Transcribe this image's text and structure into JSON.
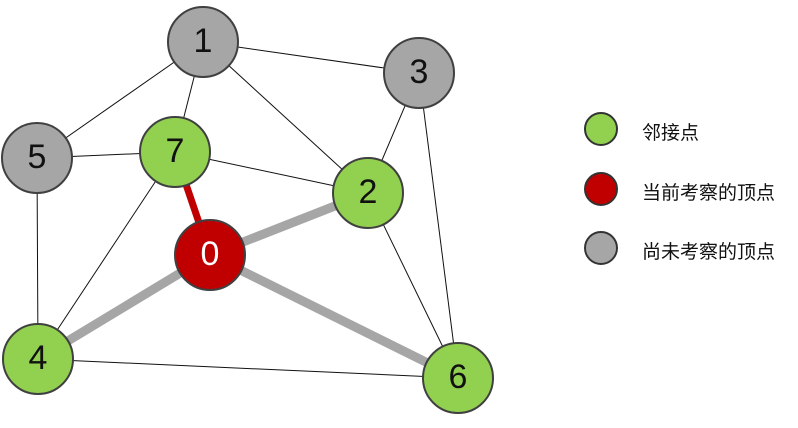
{
  "colors": {
    "neighbor": "#92d050",
    "current": "#c00000",
    "unvisited": "#a6a6a6",
    "stroke": "#404040",
    "text_dark": "#111111",
    "text_light": "#ffffff",
    "edge_normal": "#111111",
    "edge_highlight_gray": "#a6a6a6",
    "edge_highlight_red": "#c00000"
  },
  "nodes": [
    {
      "id": "0",
      "state": "current"
    },
    {
      "id": "1",
      "state": "unvisited"
    },
    {
      "id": "2",
      "state": "neighbor"
    },
    {
      "id": "3",
      "state": "unvisited"
    },
    {
      "id": "4",
      "state": "neighbor"
    },
    {
      "id": "5",
      "state": "unvisited"
    },
    {
      "id": "6",
      "state": "neighbor"
    },
    {
      "id": "7",
      "state": "neighbor"
    }
  ],
  "edges": [
    {
      "from": "1",
      "to": "3",
      "style": "normal"
    },
    {
      "from": "1",
      "to": "5",
      "style": "normal"
    },
    {
      "from": "1",
      "to": "7",
      "style": "normal"
    },
    {
      "from": "1",
      "to": "2",
      "style": "normal"
    },
    {
      "from": "3",
      "to": "2",
      "style": "normal"
    },
    {
      "from": "3",
      "to": "6",
      "style": "normal"
    },
    {
      "from": "5",
      "to": "7",
      "style": "normal"
    },
    {
      "from": "5",
      "to": "4",
      "style": "normal"
    },
    {
      "from": "7",
      "to": "2",
      "style": "normal"
    },
    {
      "from": "7",
      "to": "4",
      "style": "normal"
    },
    {
      "from": "2",
      "to": "6",
      "style": "normal"
    },
    {
      "from": "4",
      "to": "6",
      "style": "normal"
    },
    {
      "from": "7",
      "to": "0",
      "style": "red"
    },
    {
      "from": "0",
      "to": "2",
      "style": "gray"
    },
    {
      "from": "0",
      "to": "4",
      "style": "gray"
    },
    {
      "from": "0",
      "to": "6",
      "style": "gray"
    }
  ],
  "legend": [
    {
      "state": "neighbor",
      "label": "邻接点"
    },
    {
      "state": "current",
      "label": "当前考察的顶点"
    },
    {
      "state": "unvisited",
      "label": "尚未考察的顶点"
    }
  ]
}
